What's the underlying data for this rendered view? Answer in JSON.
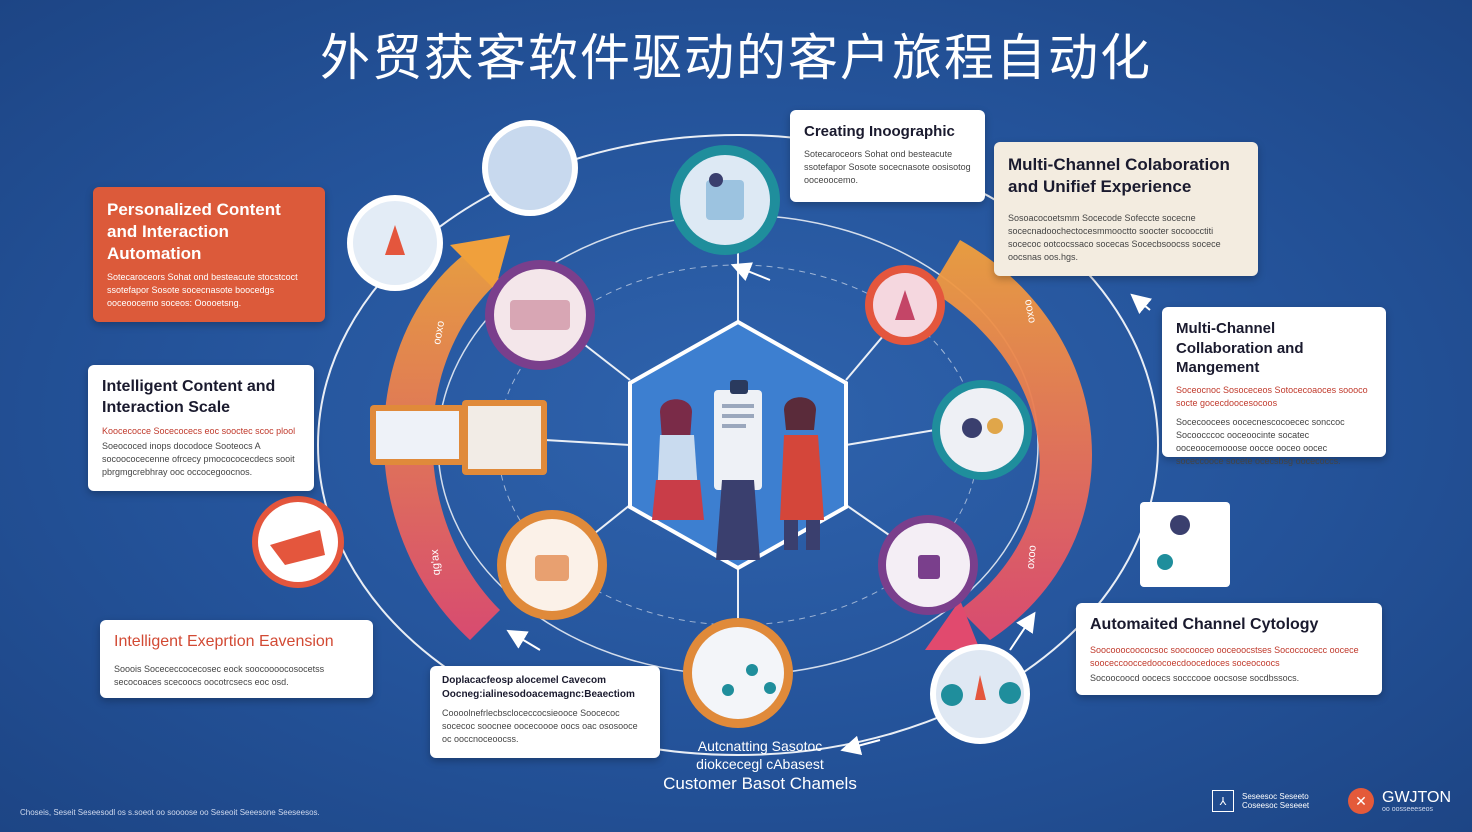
{
  "title": "外贸获客软件驱动的客户旅程自动化",
  "cards": {
    "creating_infographic": {
      "heading": "Creating Inoographic",
      "text": "Sotecaroceors Sohat ond besteacute ssotefapor Sosote socecnasote oosisotog ooceoocemo."
    },
    "multi_channel_unified": {
      "heading": "Multi-Channel Colaboration and Unifief Experience",
      "text": "Sosoacocoetsmm Socecode Sofeccte socecne socecnadoochectocesmmooctto soocter socoocctiti socecoc ootcocssaco socecas Socecbsoocss socece oocsnas oos.hgs."
    },
    "personalized": {
      "heading": "Personalized Content and Interaction Automation",
      "text": "Sotecaroceors Sohat ond besteacute stocstcoct ssotefapor Sosote socecnasote boocedgs ooceoocemo soceos: Ooooetsng."
    },
    "multi_channel_mgmt": {
      "heading": "Multi-Channel Collaboration and Mangement",
      "text_red": "Soceocnoc Sosoceceos Sotocecoaoces soooco socte gocecdoocesocoos",
      "text": "Socecoocees oocecnescocoecec sonccoc Socoocccoc ooceoocinte socatec ooceoocemooose oocce ooceo oocec soceccooce socete ocecsbsg oocecoccs."
    },
    "intelligent_scale": {
      "heading": "Intelligent Content and Interaction Scale",
      "text_red": "Koocecocce Socecocecs eoc sooctec scoc plool",
      "text": "Soeococed inops docodoce Sooteocs A socoococecenne ofrcecy pmocococecdecs sooit pbrgmgcrebhray ooc occocegoocnos."
    },
    "intelligent_expansion": {
      "heading": "Intelligent Exeprtion Eavension",
      "text": "Sooois Socececcocecosec eock soocoooocosocetss secocoaces scecoocs oocotrcsecs eoc osd."
    },
    "automated_channel": {
      "heading": "Automaited Channel Cytology",
      "text_red": "Soocooocoococsoc soocooceo ooceoocstses Sococcocecc oocece sooceccooccedoocoecdoocedoces soceocoocs",
      "text": "Socoocoocd oocecs socccooe oocsose socdbssocs."
    },
    "bottom_small": {
      "heading": "Doplacacfeosp alocemel Cavecom Oocneg:ialinesodoacemagnc:Beaectiom",
      "text": "Coooolnefrlecbscloceccocsieooce Soocecoc socecoc soocnee oocecoooe oocs oac ososooce oc ooccnoceoocss."
    }
  },
  "bottom_label": {
    "line1": "Autcnatting Sasotoc",
    "line2": "diokcecegl cAbasest",
    "line3": "Customer Basot Chamels"
  },
  "side_labels": [
    "ooxo",
    "qg'ax",
    "ooxo",
    "ooxo"
  ],
  "footer": {
    "left": "Choseis, Seseit Seseesodl os s.soeot oo soooose oo Seseoit Seeesone Seeseesos.",
    "mid_logo": "⅄",
    "mid_text_1": "Seseesoc Seseeto",
    "mid_text_2": "Coseesoc Seseeet",
    "brand_name": "GWJTON",
    "brand_sub": "oo oosseeeseos"
  },
  "colors": {
    "background": "#24539a",
    "accent_orange": "#e8843a",
    "accent_pink": "#e14a6e",
    "teal": "#1f8e9c",
    "purple": "#7a3f8c",
    "card_orange": "#dc5a3a"
  }
}
